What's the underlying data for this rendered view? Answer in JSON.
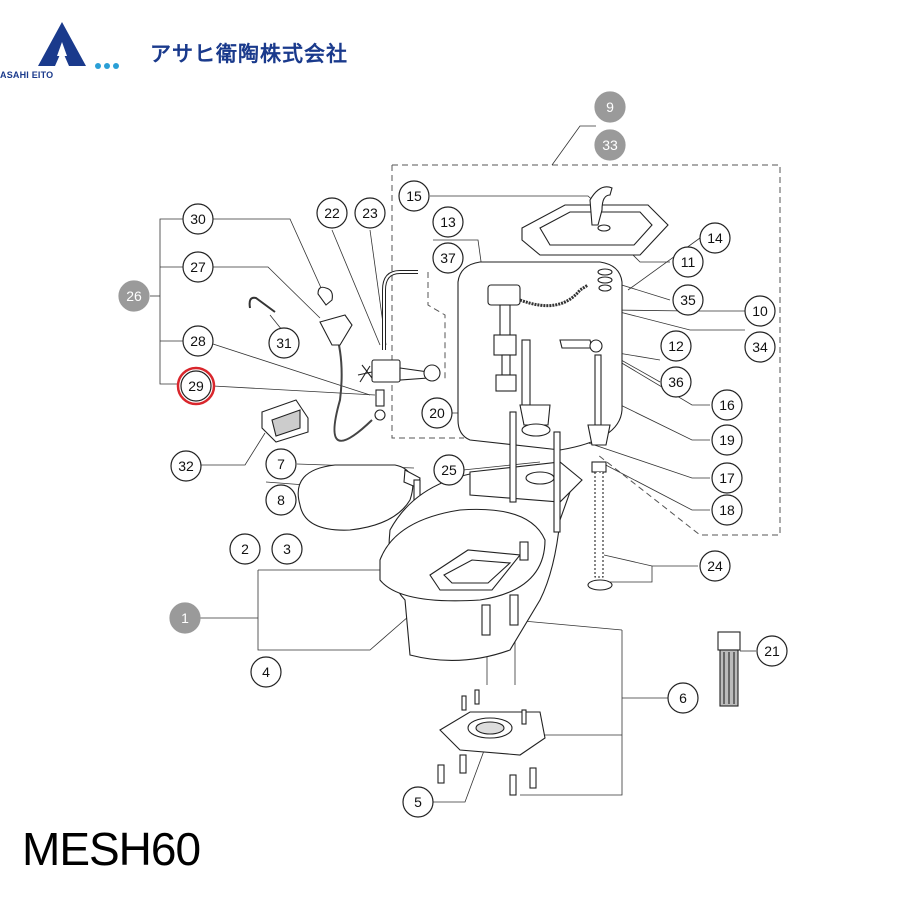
{
  "header": {
    "logo_text": "ASAHI EITO",
    "company_name": "アサヒ衛陶株式会社"
  },
  "footer": {
    "model": "MESH60"
  },
  "callouts": [
    {
      "id": "c1",
      "label": "1",
      "shade": "gray"
    },
    {
      "id": "c2",
      "label": "2",
      "shade": "white"
    },
    {
      "id": "c3",
      "label": "3",
      "shade": "white"
    },
    {
      "id": "c4",
      "label": "4",
      "shade": "white"
    },
    {
      "id": "c5",
      "label": "5",
      "shade": "white"
    },
    {
      "id": "c6",
      "label": "6",
      "shade": "white"
    },
    {
      "id": "c7",
      "label": "7",
      "shade": "white"
    },
    {
      "id": "c8",
      "label": "8",
      "shade": "white"
    },
    {
      "id": "c9",
      "label": "9",
      "shade": "gray"
    },
    {
      "id": "c10",
      "label": "10",
      "shade": "white"
    },
    {
      "id": "c11",
      "label": "11",
      "shade": "white"
    },
    {
      "id": "c12",
      "label": "12",
      "shade": "white"
    },
    {
      "id": "c13",
      "label": "13",
      "shade": "white"
    },
    {
      "id": "c14",
      "label": "14",
      "shade": "white"
    },
    {
      "id": "c15",
      "label": "15",
      "shade": "white"
    },
    {
      "id": "c16",
      "label": "16",
      "shade": "white"
    },
    {
      "id": "c17",
      "label": "17",
      "shade": "white"
    },
    {
      "id": "c18",
      "label": "18",
      "shade": "white"
    },
    {
      "id": "c19",
      "label": "19",
      "shade": "white"
    },
    {
      "id": "c20",
      "label": "20",
      "shade": "white"
    },
    {
      "id": "c21",
      "label": "21",
      "shade": "white"
    },
    {
      "id": "c22",
      "label": "22",
      "shade": "white"
    },
    {
      "id": "c23",
      "label": "23",
      "shade": "white"
    },
    {
      "id": "c24",
      "label": "24",
      "shade": "white"
    },
    {
      "id": "c25",
      "label": "25",
      "shade": "white"
    },
    {
      "id": "c26",
      "label": "26",
      "shade": "gray"
    },
    {
      "id": "c27",
      "label": "27",
      "shade": "white"
    },
    {
      "id": "c28",
      "label": "28",
      "shade": "white"
    },
    {
      "id": "c29",
      "label": "29",
      "shade": "white",
      "highlighted": true
    },
    {
      "id": "c30",
      "label": "30",
      "shade": "white"
    },
    {
      "id": "c31",
      "label": "31",
      "shade": "white"
    },
    {
      "id": "c32",
      "label": "32",
      "shade": "white"
    },
    {
      "id": "c33",
      "label": "33",
      "shade": "gray"
    },
    {
      "id": "c34",
      "label": "34",
      "shade": "white"
    },
    {
      "id": "c35",
      "label": "35",
      "shade": "white"
    },
    {
      "id": "c36",
      "label": "36",
      "shade": "white"
    },
    {
      "id": "c37",
      "label": "37",
      "shade": "white"
    }
  ],
  "colors": {
    "brand": "#1a3a8c",
    "logo_dots": "#2a9fd6",
    "callout_gray": "#9a9a9a",
    "highlight": "#d9262c",
    "line": "#333333"
  }
}
